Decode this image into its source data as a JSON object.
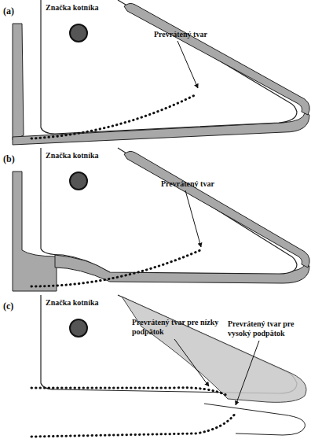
{
  "diagram": {
    "labels": [
      "(a)",
      "Značka kotníka",
      "Prevrátený tvar",
      "(b)",
      "Značka kotníka",
      "Prevrátený tvar",
      "(c)",
      "Značka kotníka",
      "Prevrátený tvar pre nízky podpätok",
      "Prevrátený tvar pre vysoký podpätok"
    ]
  }
}
